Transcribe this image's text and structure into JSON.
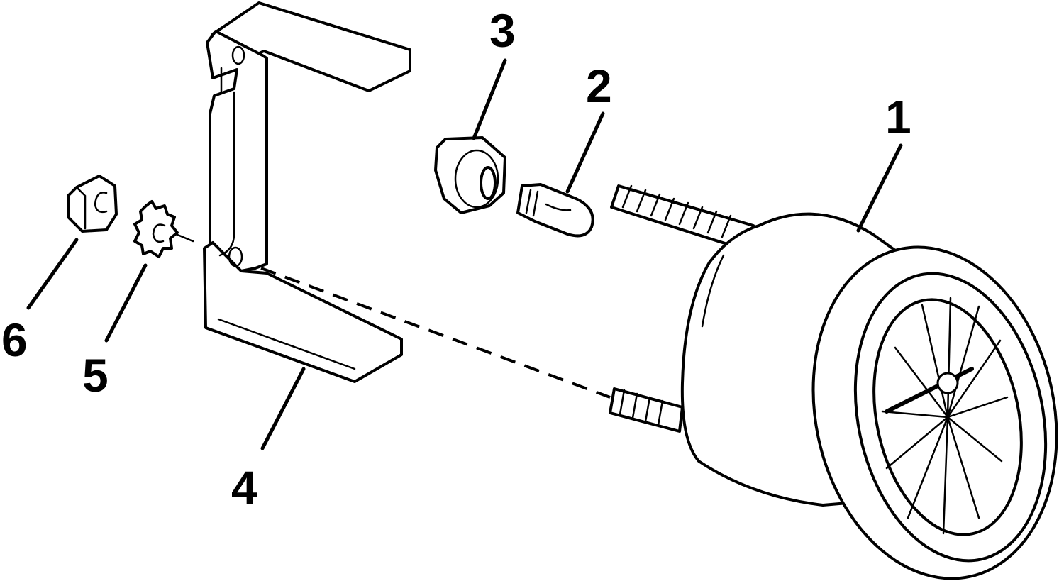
{
  "diagram": {
    "callouts": [
      "1",
      "2",
      "3",
      "4",
      "5",
      "6"
    ]
  }
}
